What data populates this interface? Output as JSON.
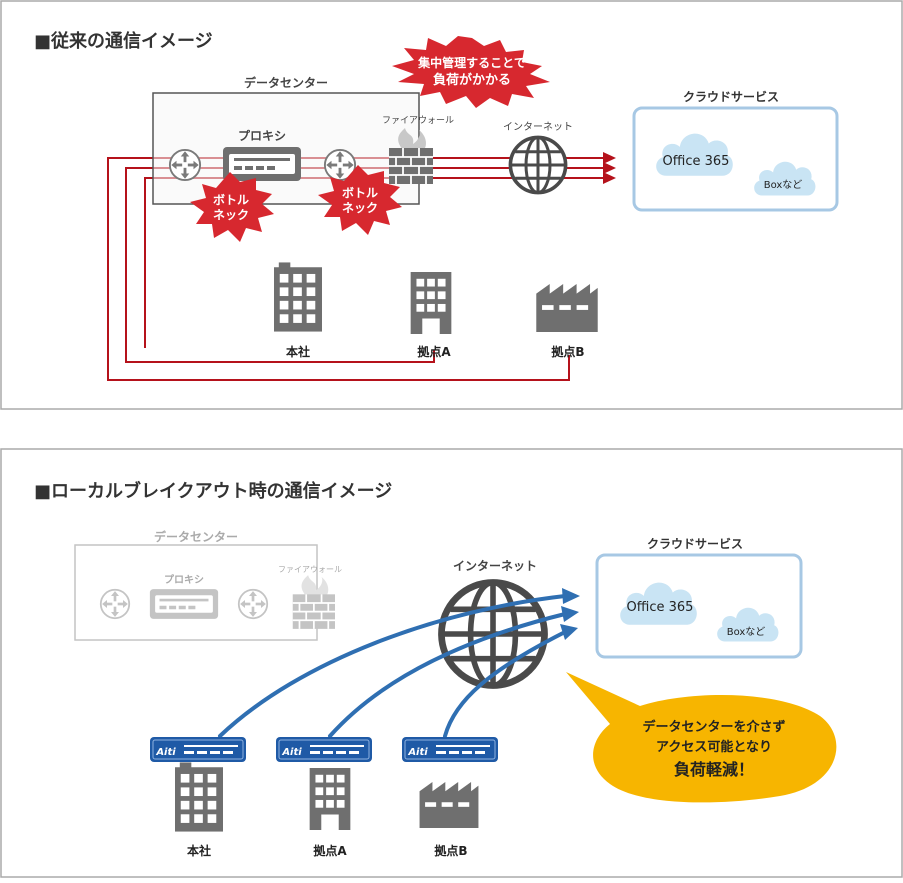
{
  "top": {
    "heading": "■従来の通信イメージ",
    "datacenter_label": "データセンター",
    "proxy_label": "プロキシ",
    "firewall_label": "ファイアウォール",
    "internet_label": "インターネット",
    "cloud_label": "クラウドサービス",
    "office_label": "Office 365",
    "box_label": "Boxなど",
    "burst_load": [
      "集中管理することで",
      "負荷がかかる"
    ],
    "bottleneck": [
      "ボトル",
      "ネック"
    ],
    "sites": [
      "本社",
      "拠点A",
      "拠点B"
    ]
  },
  "bottom": {
    "heading": "■ローカルブレイクアウト時の通信イメージ",
    "datacenter_label": "データセンター",
    "proxy_label": "プロキシ",
    "firewall_label": "ファイアウォール",
    "internet_label": "インターネット",
    "cloud_label": "クラウドサービス",
    "office_label": "Office 365",
    "box_label": "Boxなど",
    "device_logo": "Aiti",
    "callout": [
      "データセンターを介さず",
      "アクセス可能となり",
      "負荷軽減！"
    ],
    "sites": [
      "本社",
      "拠点A",
      "拠点B"
    ]
  },
  "colors": {
    "line_red": "#b5121b",
    "burst_red": "#d7282f",
    "line_blue": "#2f6fb2",
    "device_blue": "#1f5aa6",
    "cloud_fill": "#c9e4f4",
    "cloud_border": "#a7c8e4",
    "icon_gray": "#6f6f6f",
    "callout_yellow": "#f7b500"
  }
}
